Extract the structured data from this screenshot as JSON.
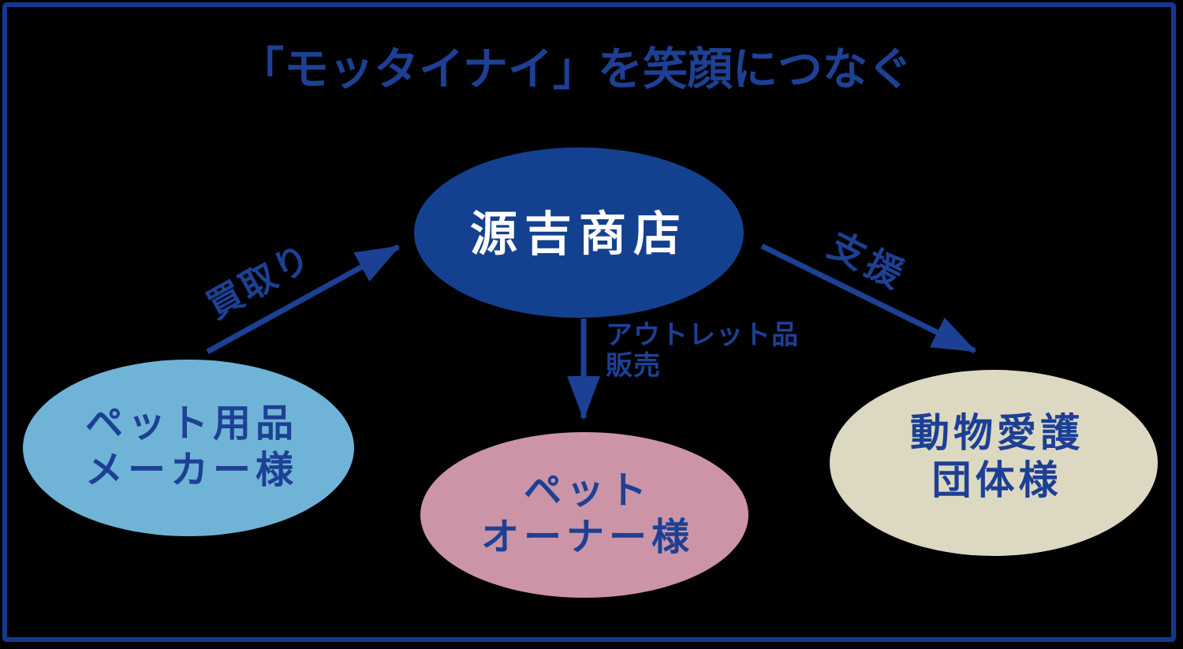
{
  "title": "「モッタイナイ」を笑顔につなぐ",
  "colors": {
    "background": "#000000",
    "frame_border": "#11398e",
    "arrow": "#1c4094",
    "label_text": "#1d4094",
    "center_node_text": "#ffffff"
  },
  "nodes": {
    "center": {
      "label": "源吉商店",
      "fill": "#14418f"
    },
    "left": {
      "lines": [
        "ペット用品",
        "メーカー様"
      ],
      "fill": "#6fb4d7"
    },
    "bottom": {
      "lines": [
        "ペット",
        "オーナー様"
      ],
      "fill": "#cb94a7"
    },
    "right": {
      "lines": [
        "動物愛護",
        "団体様"
      ],
      "fill": "#dcd8c2"
    }
  },
  "edges": {
    "buy": {
      "label": "買取り"
    },
    "sell": {
      "lines": [
        "アウトレット品",
        "販売"
      ]
    },
    "support": {
      "label": "支援"
    }
  }
}
